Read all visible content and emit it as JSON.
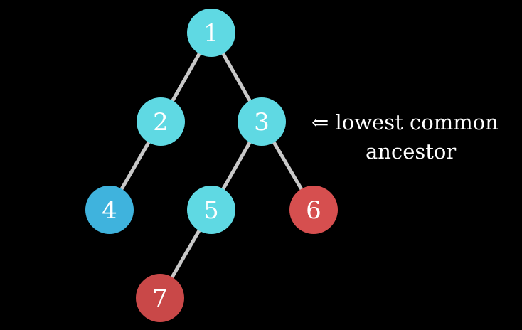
{
  "diagram": {
    "nodes": [
      {
        "id": "1",
        "label": "1",
        "color": "#5fd9e3"
      },
      {
        "id": "2",
        "label": "2",
        "color": "#5fd9e3"
      },
      {
        "id": "3",
        "label": "3",
        "color": "#5fd9e3"
      },
      {
        "id": "4",
        "label": "4",
        "color": "#3fb3dd"
      },
      {
        "id": "5",
        "label": "5",
        "color": "#5fd9e3"
      },
      {
        "id": "6",
        "label": "6",
        "color": "#d64f4f"
      },
      {
        "id": "7",
        "label": "7",
        "color": "#c94848"
      }
    ],
    "edges": [
      {
        "from": "1",
        "to": "2"
      },
      {
        "from": "1",
        "to": "3"
      },
      {
        "from": "2",
        "to": "4"
      },
      {
        "from": "3",
        "to": "5"
      },
      {
        "from": "3",
        "to": "6"
      },
      {
        "from": "5",
        "to": "7"
      }
    ],
    "edge_color": "#c8c8c8",
    "annotation": {
      "arrow": "⇐",
      "line1": "lowest common",
      "line2": "ancestor",
      "target_node": "3"
    }
  }
}
